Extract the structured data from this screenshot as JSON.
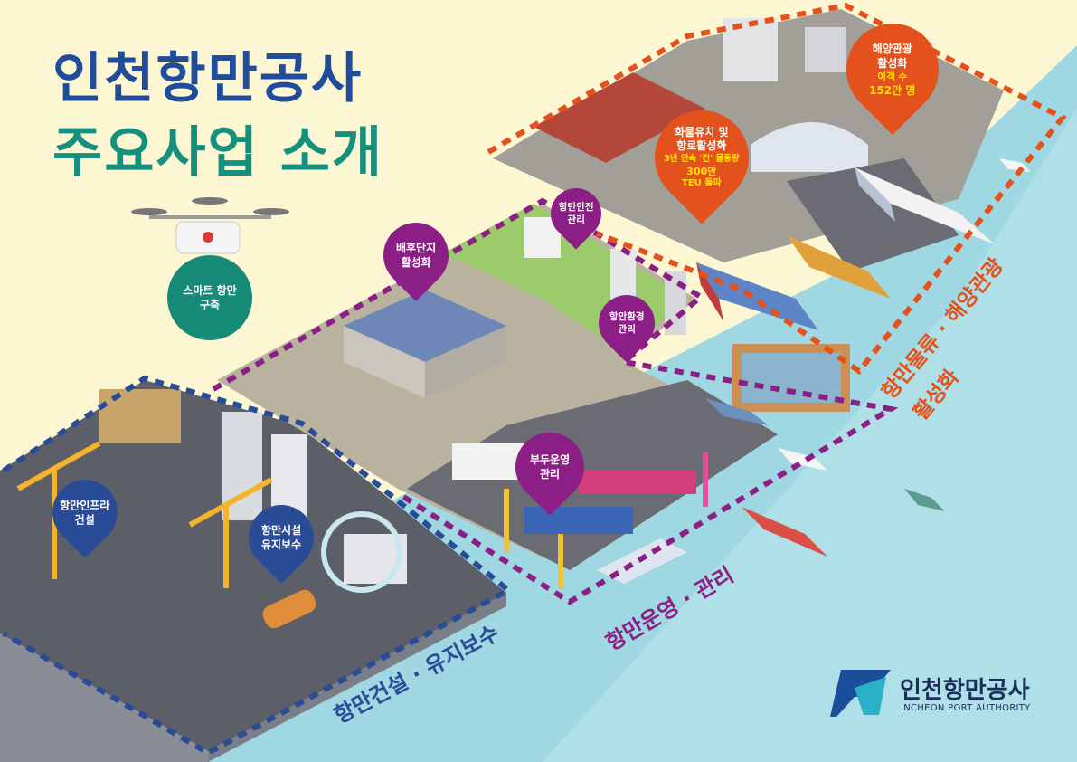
{
  "header": {
    "title_line1": "인천항만공사",
    "title_line2": "주요사업 소개"
  },
  "pins": {
    "smart_port": {
      "line1": "스마트 항만",
      "line2": "구축"
    },
    "infra": {
      "line1": "항만인프라",
      "line2": "건설"
    },
    "facility": {
      "line1": "항만시설",
      "line2": "유지보수"
    },
    "hinterland": {
      "line1": "배후단지",
      "line2": "활성화"
    },
    "safety": {
      "line1": "항만안전",
      "line2": "관리"
    },
    "environment": {
      "line1": "항만환경",
      "line2": "관리"
    },
    "terminal": {
      "line1": "부두운영",
      "line2": "관리"
    },
    "cargo": {
      "line1": "화물유치 및",
      "line2": "항로활성화",
      "line3": "3년 연속 '컨' 물동량",
      "line4": "300만",
      "line5": "TEU 돌파"
    },
    "tourism": {
      "line1": "해양관광",
      "line2": "활성화",
      "line3": "여객 수",
      "line4": "152만 명"
    }
  },
  "sections": {
    "construction": "항만건설 · 유지보수",
    "operation": "항만운영 · 관리",
    "logistics_line1": "항만물류 · 해양관광",
    "logistics_line2": "활성화"
  },
  "logo": {
    "name": "인천항만공사",
    "english": "INCHEON PORT AUTHORITY"
  },
  "colors": {
    "construction": "#2a4c96",
    "operation": "#8c1f86",
    "logistics": "#e3521c",
    "smart": "#168a78"
  }
}
